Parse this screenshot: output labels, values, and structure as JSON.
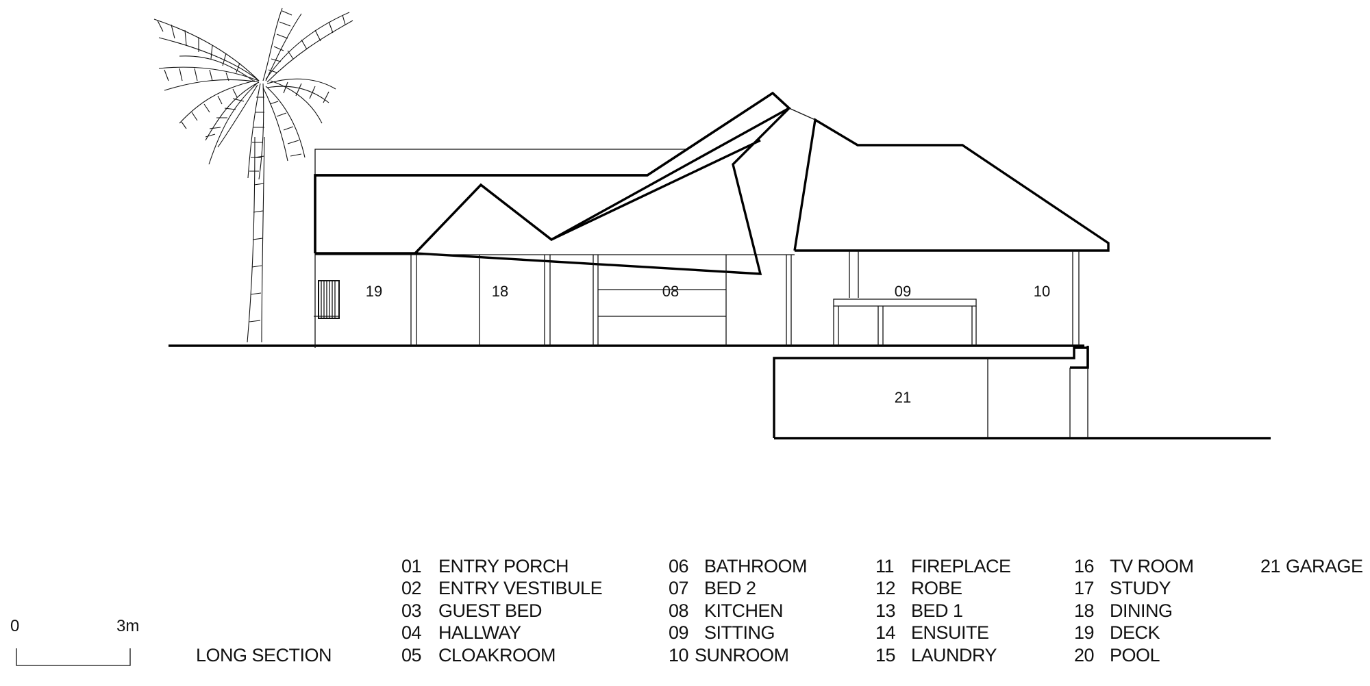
{
  "drawing": {
    "title": "LONG SECTION",
    "scale_bar": {
      "start_label": "0",
      "end_label": "3m"
    },
    "room_tags": [
      "19",
      "18",
      "08",
      "09",
      "10",
      "21"
    ],
    "legend": {
      "columns": [
        [
          {
            "num": "01",
            "name": "ENTRY PORCH"
          },
          {
            "num": "02",
            "name": "ENTRY VESTIBULE"
          },
          {
            "num": "03",
            "name": "GUEST BED"
          },
          {
            "num": "04",
            "name": "HALLWAY"
          },
          {
            "num": "05",
            "name": "CLOAKROOM"
          }
        ],
        [
          {
            "num": "06",
            "name": "BATHROOM"
          },
          {
            "num": "07",
            "name": "BED 2"
          },
          {
            "num": "08",
            "name": "KITCHEN"
          },
          {
            "num": "09",
            "name": "SITTING"
          },
          {
            "num": "10",
            "name": "SUNROOM"
          }
        ],
        [
          {
            "num": "11",
            "name": "FIREPLACE"
          },
          {
            "num": "12",
            "name": "ROBE"
          },
          {
            "num": "13",
            "name": "BED 1"
          },
          {
            "num": "14",
            "name": "ENSUITE"
          },
          {
            "num": "15",
            "name": "LAUNDRY"
          }
        ],
        [
          {
            "num": "16",
            "name": "TV ROOM"
          },
          {
            "num": "17",
            "name": "STUDY"
          },
          {
            "num": "18",
            "name": "DINING"
          },
          {
            "num": "19",
            "name": "DECK"
          },
          {
            "num": "20",
            "name": "POOL"
          }
        ],
        [
          {
            "num": "21",
            "name": "GARAGE"
          }
        ]
      ]
    }
  }
}
